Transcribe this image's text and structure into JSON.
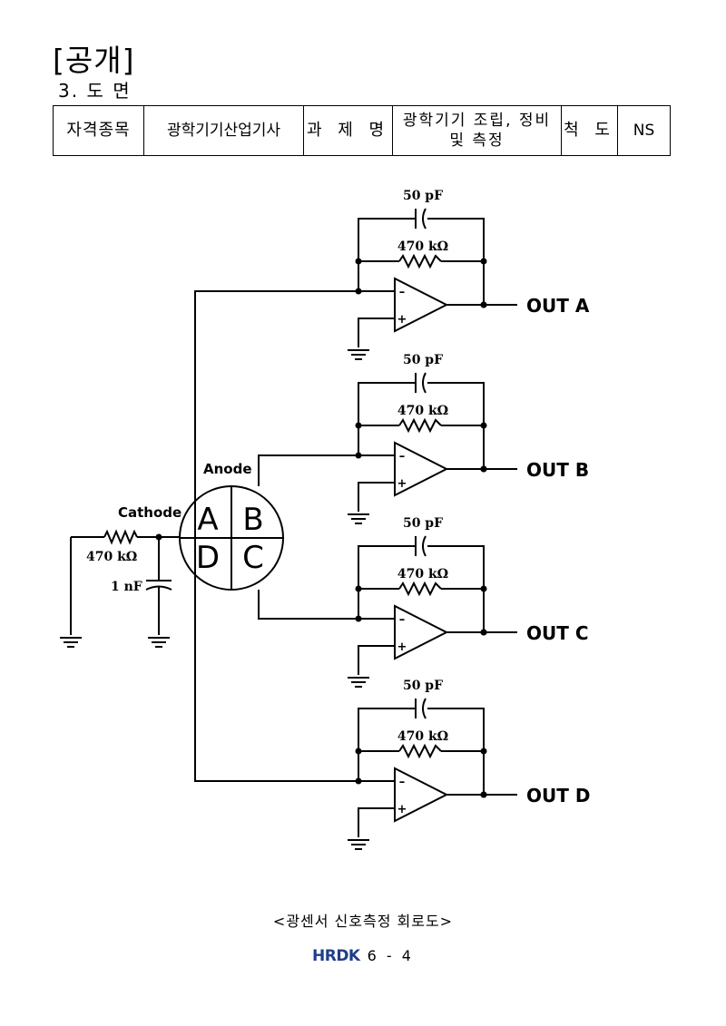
{
  "header": {
    "title": "[공개]",
    "subtitle": "3. 도 면"
  },
  "info_table": {
    "label_field": "자격종목",
    "field": "광학기기산업기사",
    "label_task": "과 제 명",
    "task": "광학기기 조립, 정비 및 측정",
    "label_scale": "척 도",
    "scale": "NS"
  },
  "circuit": {
    "cap_label": "50 pF",
    "fb_res_label": "470 kΩ",
    "outputs": [
      "OUT A",
      "OUT B",
      "OUT C",
      "OUT D"
    ],
    "anode": "Anode",
    "cathode": "Cathode",
    "quadrants": [
      "A",
      "B",
      "D",
      "C"
    ],
    "input_res_label": "470 kΩ",
    "input_cap_label": "1 nF",
    "minus": "–",
    "plus": "+"
  },
  "caption": "<광센서 신호측정 회로도>",
  "footer": {
    "logo": "HRDK",
    "page": "6 - 4"
  }
}
